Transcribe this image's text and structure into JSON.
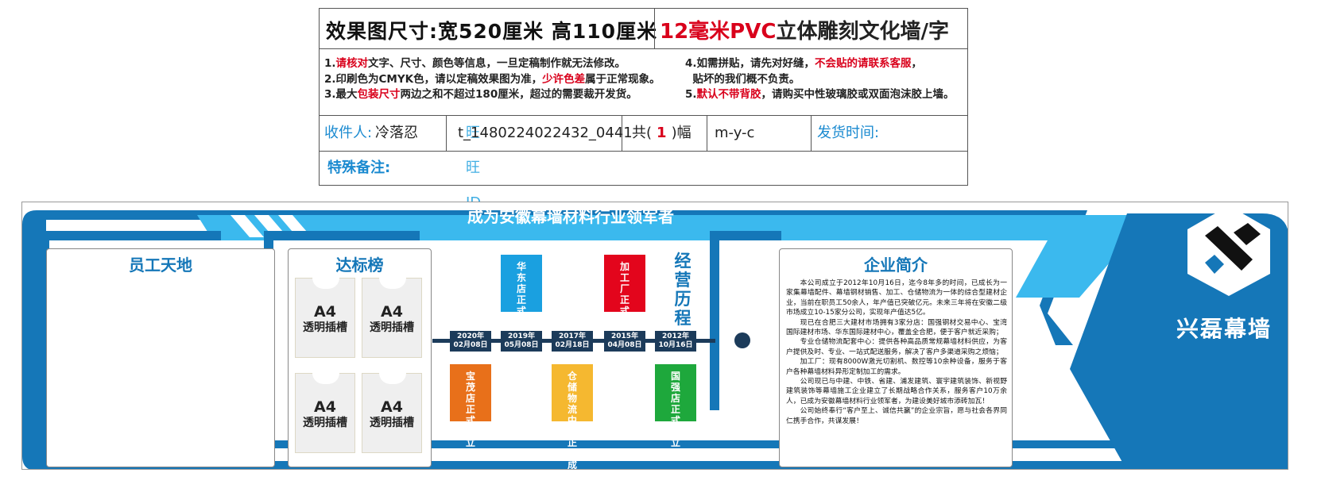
{
  "order": {
    "size_text": "效果图尺寸:宽520厘米  高110厘米",
    "product_red": "12毫米PVC",
    "product_black": "立体雕刻文化墙/字",
    "notes_left": [
      {
        "pre": "1.",
        "red": "请核对",
        "post": "文字、尺寸、颜色等信息，一旦定稿制作就无法修改。"
      },
      {
        "pre": "2.印刷色为CMYK色，请以定稿效果图为准，",
        "red": "少许色差",
        "post": "属于正常现象。"
      },
      {
        "pre": "3.最大",
        "red": "包装尺寸",
        "post": "两边之和不超过180厘米，超过的需要裁开发货。"
      }
    ],
    "notes_right": [
      {
        "pre": "4.如需拼贴，请先对好缝，",
        "red": "不会贴的请联系客服",
        "post": "，"
      },
      {
        "pre": "  贴坏的我们概不负责。",
        "red": "",
        "post": ""
      },
      {
        "pre": "5.",
        "red": "默认不带背胶",
        "post": "，请购买中性玻璃胶或双面泡沫胶上墙。"
      }
    ],
    "recipient_label": "收件人:",
    "recipient_name": "冷落忍",
    "order_id": "t_1480224022432_0441",
    "order_id_overlay": "旺旺ID",
    "count_prefix": "共(",
    "count_value": "1",
    "count_suffix": ")幅",
    "maker": "m-y-c",
    "ship_time_label": "发货时间:",
    "special_note_label": "特殊备注:"
  },
  "wall": {
    "banner_title": "成为安徽幕墙材料行业领军者",
    "staff_title": "员工天地",
    "rank_title": "达标榜",
    "slots": [
      {
        "big": "A4",
        "small": "透明插槽"
      },
      {
        "big": "A4",
        "small": "透明插槽"
      },
      {
        "big": "A4",
        "small": "透明插槽"
      },
      {
        "big": "A4",
        "small": "透明插槽"
      }
    ],
    "timeline_title": "经营历程",
    "timeline": [
      {
        "date_year": "2020年",
        "date_day": "02月08日",
        "event": "宝茂店正式成立",
        "color": "#e8701a",
        "pos": "below"
      },
      {
        "date_year": "2019年",
        "date_day": "05月08日",
        "event": "华东店正式成立",
        "color": "#1aa0e0",
        "pos": "above"
      },
      {
        "date_year": "2017年",
        "date_day": "02月18日",
        "event": "仓储物流中心正式成立",
        "color": "#f5b830",
        "pos": "below"
      },
      {
        "date_year": "2015年",
        "date_day": "04月08日",
        "event": "加工厂正式成立",
        "color": "#e3051c",
        "pos": "above"
      },
      {
        "date_year": "2012年",
        "date_day": "10月16日",
        "event": "国强店正式成立",
        "color": "#1ea83c",
        "pos": "below"
      }
    ],
    "intro_title": "企业简介",
    "intro_paragraphs": [
      "本公司成立于2012年10月16日，迄今8年多的时间，已成长为一家集幕墙配件、幕墙钢材销售、加工、仓储物流为一体的综合型建材企业，当前在职员工50余人，年产值已突破亿元。未来三年将在安徽二级市场成立10-15家分公司，实现年产值达5亿。",
      "现已在合肥三大建材市场拥有3家分店：国强钢材交易中心、宝湾国际建材市场、华东国际建材中心，覆盖全合肥，便于客户就近采购；",
      "专业仓储物流配套中心：提供各种高品质常规幕墙材料供应，为客户提供及时、专业、一站式配送服务，解决了客户多渠道采购之烦恼；",
      "加工厂：现有8000W激光切割机、数控等10余种设备，服务于客户各种幕墙材料异形定制加工的需求。",
      "公司现已与中建、中铁、省建、浦发建筑、寰宇建筑装饰、新视野建筑装饰等幕墙施工企业建立了长期战略合作关系，服务客户10万余人，已成为安徽幕墙材料行业领军者，为建设美好城市添砖加瓦！",
      "公司始终奉行“客户至上、诚信共赢”的企业宗旨，愿与社会各界同仁携手合作，共谋发展！"
    ],
    "brand_name": "兴磊幕墙",
    "colors": {
      "primary": "#1577b8",
      "light": "#3bb9ee",
      "dark_node": "#1c3b5a"
    }
  }
}
